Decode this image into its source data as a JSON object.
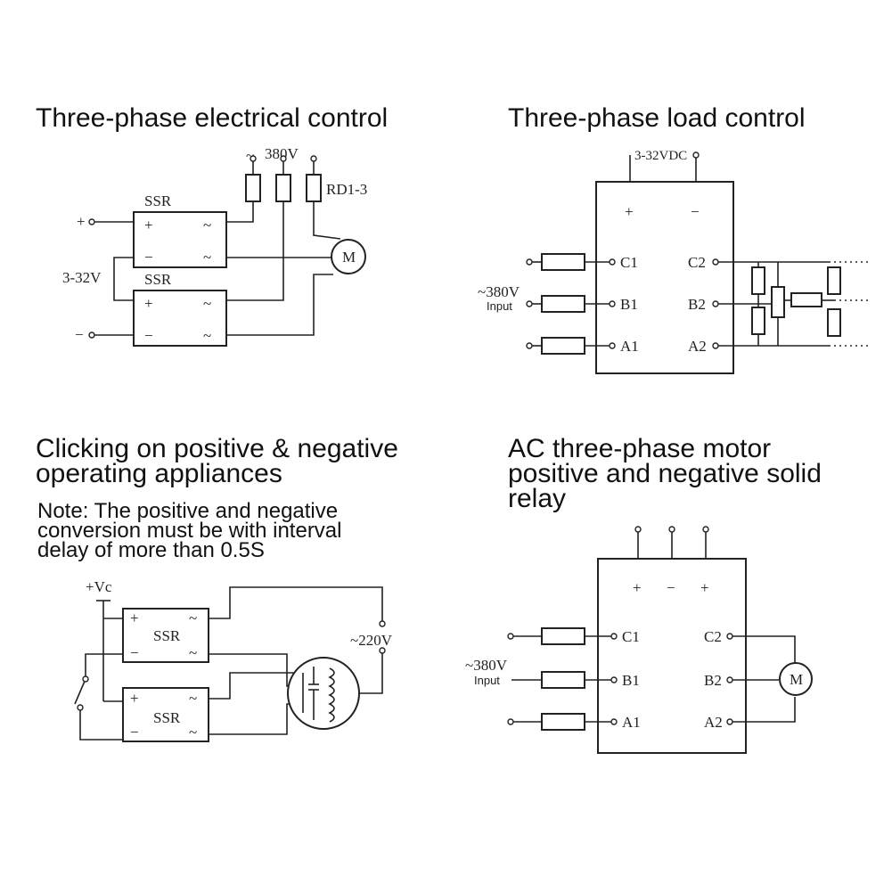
{
  "panels": {
    "three_phase_electrical": {
      "title": "Three-phase electrical control",
      "voltage": "380V",
      "tilde": "~",
      "fuse": "RD1-3",
      "ssr_top": "SSR",
      "ssr_bottom": "SSR",
      "control_voltage": "3-32V",
      "plus": "+",
      "minus": "−",
      "motor": "M"
    },
    "three_phase_load": {
      "title": "Three-phase load control",
      "dc": "3-32VDC",
      "plus": "+",
      "minus": "−",
      "c1": "C1",
      "b1": "B1",
      "a1": "A1",
      "c2": "C2",
      "b2": "B2",
      "a2": "A2",
      "ac_input": "~380V",
      "input": "Input"
    },
    "pos_neg_appliance": {
      "title_line1": "Clicking on positive & negative",
      "title_line2": "operating appliances",
      "note_line1": "Note: The positive and negative",
      "note_line2": "conversion must be with interval",
      "note_line3": "delay of more than 0.5S",
      "vcc": "+Vc",
      "ssr_top": "SSR",
      "ssr_bottom": "SSR",
      "ac": "~220V"
    },
    "ac_motor_relay": {
      "title_line1": "AC three-phase motor",
      "title_line2": "positive and negative solid",
      "title_line3": "relay",
      "plus": "+",
      "minus": "−",
      "c1": "C1",
      "b1": "B1",
      "a1": "A1",
      "c2": "C2",
      "b2": "B2",
      "a2": "A2",
      "ac_input": "~380V",
      "input": "Input",
      "motor": "M"
    }
  }
}
